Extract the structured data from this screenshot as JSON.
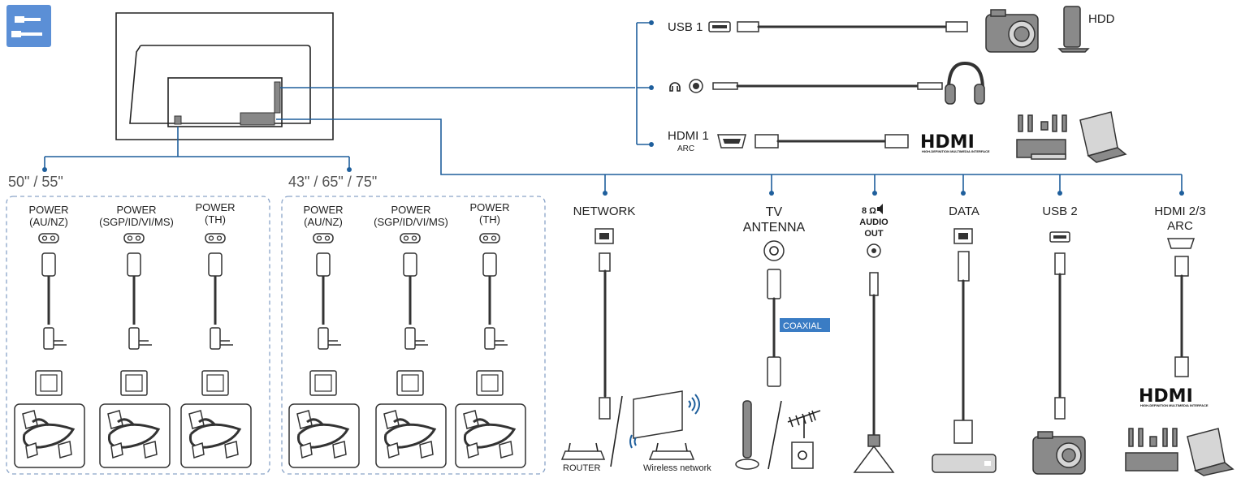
{
  "panel_icon": "connectivity-icon",
  "sizes": {
    "left": "50\" / 55\"",
    "right": "43\" / 65\" / 75\""
  },
  "top_ports": {
    "usb1": "USB 1",
    "hdd": "HDD",
    "hdmi1": "HDMI 1",
    "arc": "ARC"
  },
  "power_left": [
    {
      "l1": "POWER",
      "l2": "(AU/NZ)"
    },
    {
      "l1": "POWER",
      "l2": "(SGP/ID/VI/MS)"
    },
    {
      "l1": "POWER",
      "l2": "(TH)"
    }
  ],
  "power_right": [
    {
      "l1": "POWER",
      "l2": "(AU/NZ)"
    },
    {
      "l1": "POWER",
      "l2": "(SGP/ID/VI/MS)"
    },
    {
      "l1": "POWER",
      "l2": "(TH)"
    }
  ],
  "bottom_ports": {
    "network": "NETWORK",
    "tv1": "TV",
    "tv2": "ANTENNA",
    "audio_ohm": "8 Ω",
    "audio1": "AUDIO",
    "audio2": "OUT",
    "data": "DATA",
    "usb2": "USB 2",
    "hdmi23": "HDMI 2/3",
    "hdmi23_arc": "ARC",
    "coaxial": "COAXIAL",
    "router": "ROUTER",
    "wireless": "Wireless network"
  },
  "hdmi_logo": {
    "word": "HDMI",
    "tag": "HIGH-DEFINITION MULTIMEDIA INTERFACE"
  },
  "colors": {
    "line": "#1f5f9c",
    "icon_bg": "#5b8fd6",
    "coax_bg": "#3a7cc4",
    "dash": "#8aa4c8"
  }
}
